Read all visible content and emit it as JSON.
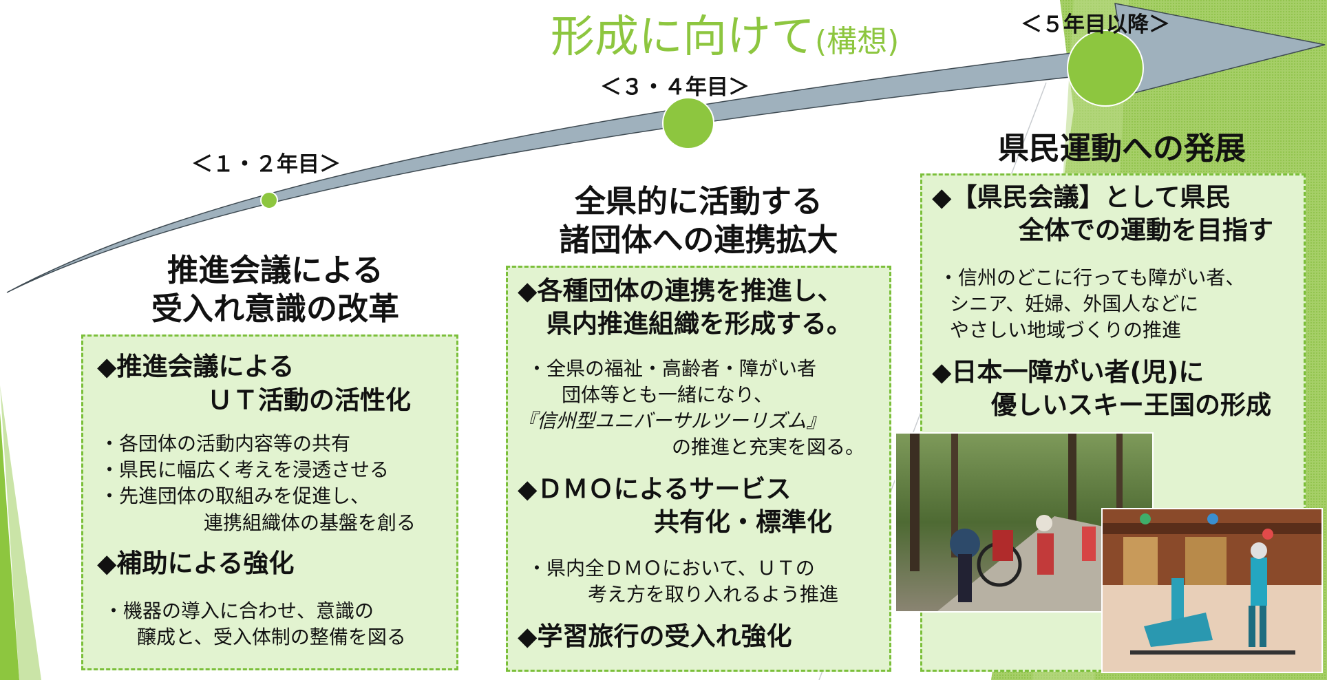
{
  "title": {
    "main": "形成に向けて",
    "sub": "(構想)"
  },
  "phases": [
    {
      "period": "＜１・２年目＞",
      "heading": [
        "推進会議による",
        "受入れ意識の改革"
      ],
      "sections": [
        {
          "title": [
            "◆推進会議による",
            "ＵＴ活動の活性化"
          ],
          "items": [
            "・各団体の活動内容等の共有",
            "・県民に幅広く考えを浸透させる",
            "・先進団体の取組みを促進し、",
            "連携組織体の基盤を創る"
          ]
        },
        {
          "title": [
            "◆補助による強化"
          ],
          "items": [
            "・機器の導入に合わせ、意識の",
            "醸成と、受入体制の整備を図る"
          ]
        }
      ]
    },
    {
      "period": "＜３・４年目＞",
      "heading": [
        "全県的に活動する",
        "諸団体への連携拡大"
      ],
      "sections": [
        {
          "title": [
            "◆各種団体の連携を推進し、",
            "県内推進組織を形成する。"
          ],
          "items": [
            "・全県の福祉・高齢者・障がい者",
            "団体等とも一緒になり、",
            "『信州型ユニバーサルツーリズム』",
            "の推進と充実を図る。"
          ]
        },
        {
          "title": [
            "◆ＤＭＯによるサービス",
            "共有化・標準化"
          ],
          "items": [
            "・県内全ＤＭＯにおいて、ＵＴの",
            "考え方を取り入れるよう推進"
          ]
        },
        {
          "title": [
            "◆学習旅行の受入れ強化"
          ],
          "items": []
        }
      ]
    },
    {
      "period": "＜５年目以降＞",
      "heading": [
        "県民運動への発展"
      ],
      "sections": [
        {
          "title": [
            "◆【県民会議】として県民",
            "全体での運動を目指す"
          ],
          "items": [
            "・信州のどこに行っても障がい者、",
            "シニア、妊婦、外国人などに",
            "やさしい地域づくりの推進"
          ]
        },
        {
          "title": [
            "◆日本一障がい者(児)に",
            "優しいスキー王国の形成"
          ],
          "items": []
        }
      ]
    }
  ],
  "colors": {
    "accent_green": "#8dc63f",
    "arrow": "#9fb1bd",
    "box_bg": "#e2f3d0",
    "box_border": "#7bbf3a"
  },
  "photos": [
    "forest-hiking-wheelchair-photo",
    "ski-sit-ski-photo"
  ]
}
